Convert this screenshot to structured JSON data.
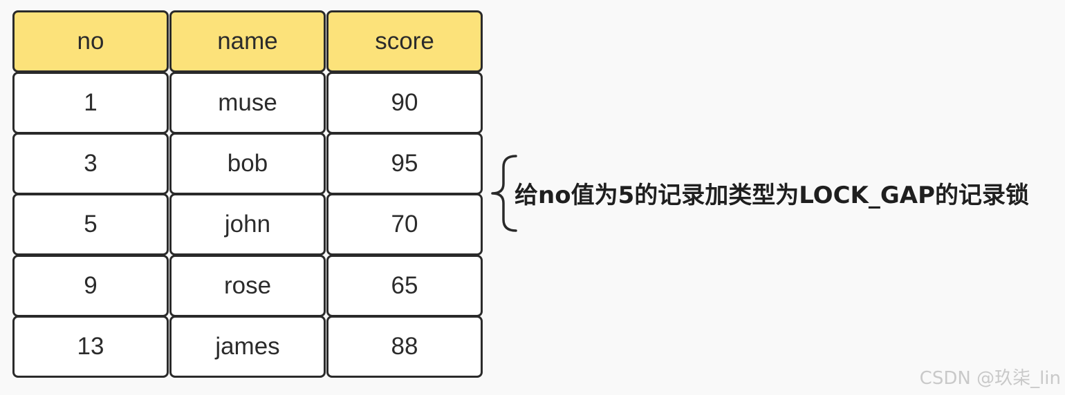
{
  "table": {
    "headers": [
      "no",
      "name",
      "score"
    ],
    "rows": [
      [
        "1",
        "muse",
        "90"
      ],
      [
        "3",
        "bob",
        "95"
      ],
      [
        "5",
        "john",
        "70"
      ],
      [
        "9",
        "rose",
        "65"
      ],
      [
        "13",
        "james",
        "88"
      ]
    ],
    "header_color": "#fce27a",
    "cell_color": "#ffffff",
    "border_color": "#2a2a2a"
  },
  "annotation": {
    "text": "给no值为5的记录加类型为LOCK_GAP的记录锁",
    "brace_icon": "curly-brace-left"
  },
  "watermark": {
    "text": "CSDN @玖柒_lin"
  }
}
